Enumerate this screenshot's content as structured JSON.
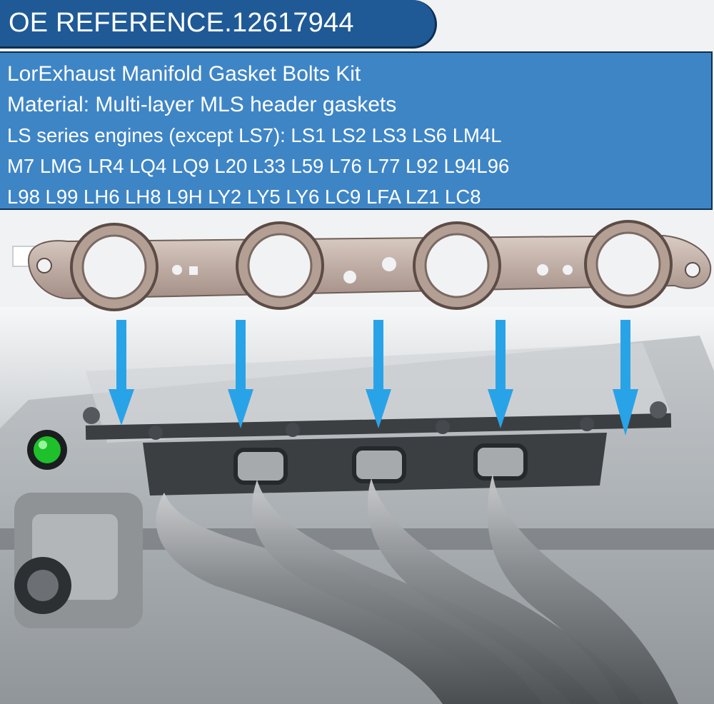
{
  "banner": {
    "text": "OE REFERENCE.12617944"
  },
  "info": {
    "lines": [
      "LorExhaust Manifold Gasket Bolts Kit",
      "Material: Multi-layer MLS header gaskets",
      "LS series engines (except LS7): LS1 LS2 LS3 LS6 LM4L",
      "M7 LMG LR4 LQ4 LQ9 L20 L33 L59 L76 L77 L92 L94L96",
      "L98 L99 LH6 LH8 L9H LY2 LY5 LY6 LC9 LFA LZ1 LC8"
    ]
  },
  "colors": {
    "banner_bg": "#1f5a96",
    "info_bg": "#3e85c6",
    "arrow": "#29a3e8",
    "gasket": "#b8a39a",
    "header_pipe": "#8a8d90"
  },
  "icons": [
    "down-arrow-icon"
  ]
}
